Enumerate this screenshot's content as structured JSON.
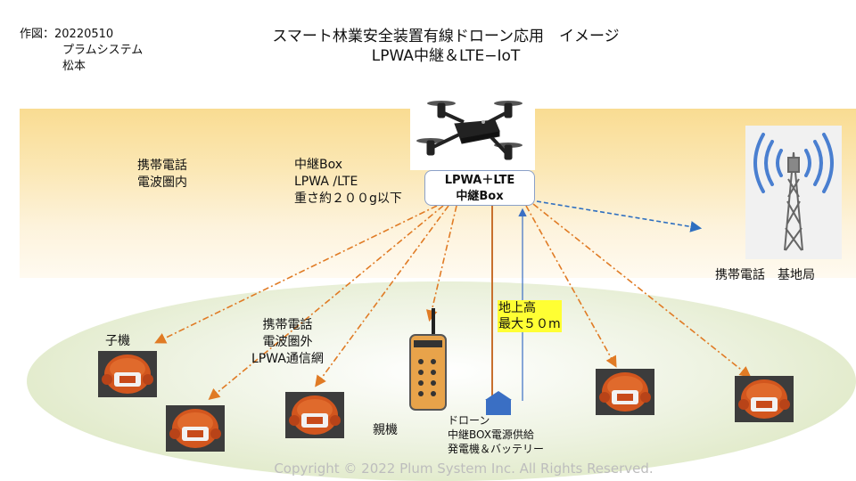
{
  "author": {
    "line1": "作図：20220510",
    "line2": "プラムシステム",
    "line3": "松本"
  },
  "title": {
    "line1": "スマート林業安全装置有線ドローン応用　イメージ",
    "line2": "LPWA中継＆LTE−IoT"
  },
  "labels": {
    "in_range_1": "携帯電話",
    "in_range_2": "電波圏内",
    "relay_spec_1": "中継Box",
    "relay_spec_2": "LPWA /LTE",
    "relay_spec_3": "重さ約２００g以下",
    "relay_box_1": "LPWA＋LTE",
    "relay_box_2": "中継Box",
    "base_station": "携帯電話　基地局",
    "height_1": "地上高",
    "height_2": "最大５０m",
    "child": "子機",
    "out_range_1": "携帯電話",
    "out_range_2": "電波圏外",
    "out_range_3": "LPWA通信網",
    "parent": "親機",
    "supply_1": "ドローン",
    "supply_2": "中継BOX電源供給",
    "supply_3": "発電機＆バッテリー"
  },
  "footer": "Copyright © 2022 Plum System Inc. All Rights Reserved.",
  "colors": {
    "lpwa_link": "#e07b25",
    "lte_link": "#2e6fc0",
    "tether": "#c8702e",
    "height_marker": "#3a6fc4",
    "highlight": "#ffff33"
  },
  "icons": {
    "drone": "drone-icon",
    "tower": "cell-tower-icon",
    "helmet": "helmet-device-icon",
    "controller": "handheld-controller-icon",
    "generator": "generator-icon"
  }
}
